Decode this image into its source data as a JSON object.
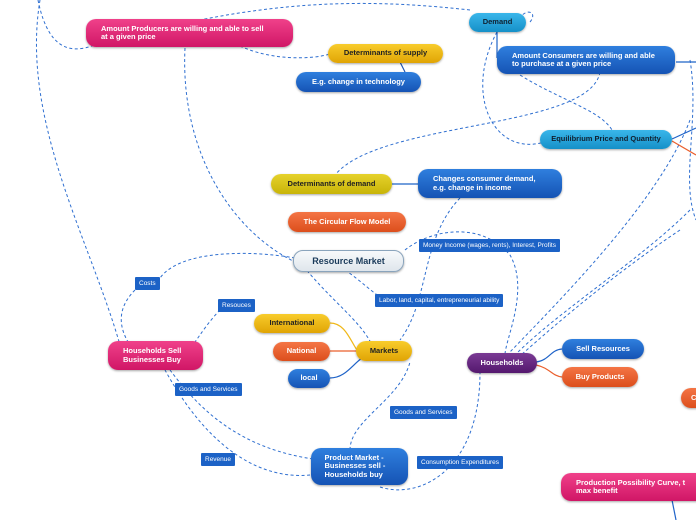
{
  "nodes": {
    "demand": "Demand",
    "amount_producers": "Amount Producers are willing and able to sell at a given price",
    "determinants_supply": "Determinants of supply",
    "eg_technology": "E.g. change in technology",
    "amount_consumers": "Amount Consumers are willing and able to purchase at a given price",
    "equilibrium": "Equilibrium Price and Quantity",
    "determinants_demand": "Determinants of demand",
    "changes_consumer_demand": "Changes consumer demand, e.g. change in income",
    "circular_flow": "The Circular Flow Model",
    "resource_market": "Resource Market",
    "international": "International",
    "national": "National",
    "local": "local",
    "markets": "Markets",
    "households_sell": "Households Sell Businesses Buy",
    "households": "Households",
    "sell_resources": "Sell Resources",
    "buy_products": "Buy Products",
    "product_market": "Product Market -Businesses sell -Households buy",
    "ppc": "Production Possibility Curve, t max benefit",
    "cut_off_orange": "C"
  },
  "labels": {
    "money_income": "Money Income (wages, rents), Interest, Profits",
    "labor": "Labor, land, capital, entrepreneurial ability",
    "costs": "Costs",
    "resouces": "Resouces",
    "goods_services_1": "Goods and Services",
    "goods_services_2": "Goods and Services",
    "revenue": "Revenue",
    "consumption": "Consumption Expenditures"
  },
  "colors": {
    "pink": "#e02477",
    "yellow": "#f0b818",
    "blue": "#1f63c8",
    "cyan": "#2aa4dc",
    "orange": "#ea5f2c",
    "olive": "#dcc81a",
    "purple": "#672a82",
    "connector": "#2f6fd0"
  }
}
